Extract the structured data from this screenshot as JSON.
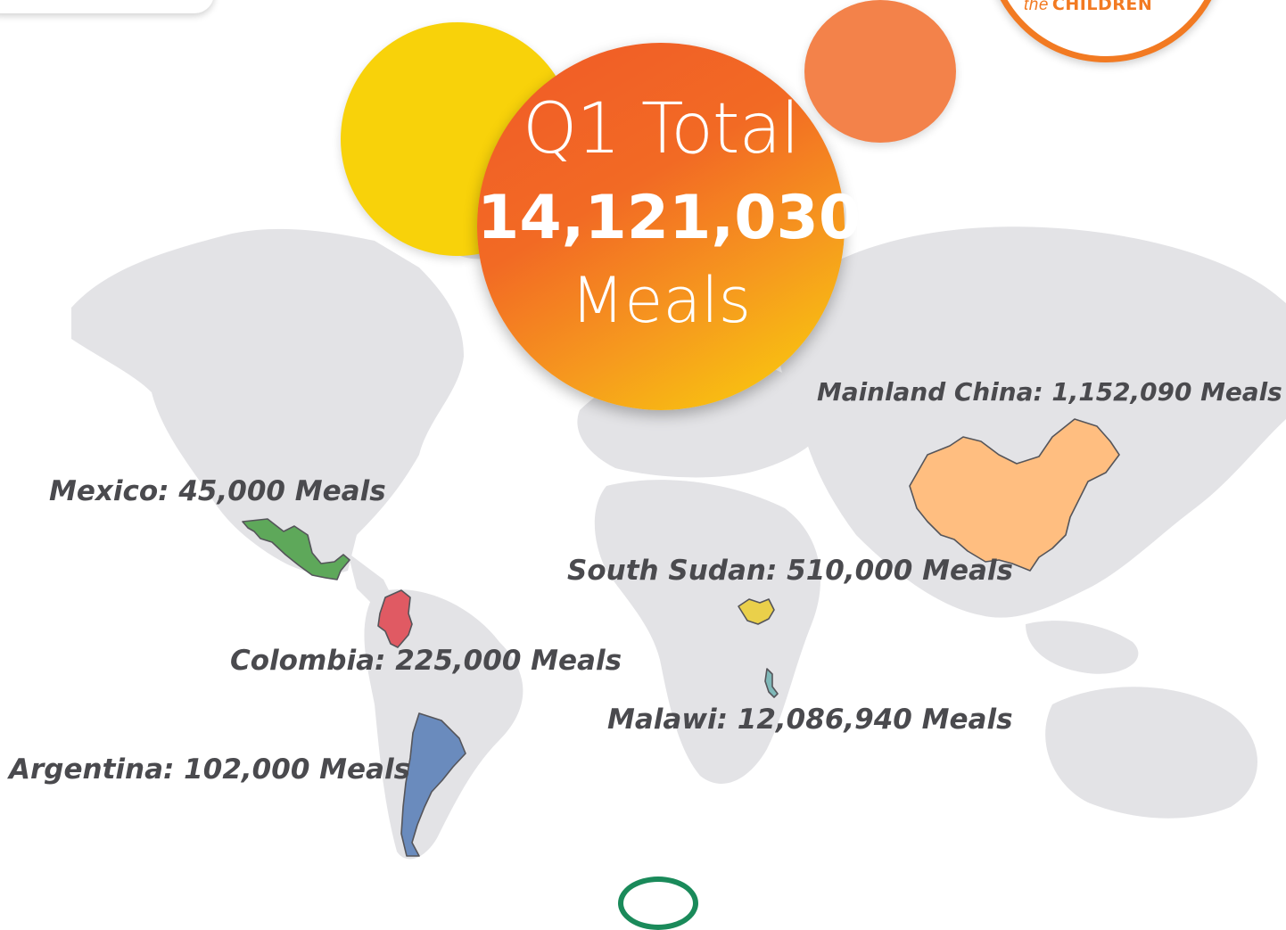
{
  "title": {
    "line1": "Q1 Total",
    "amount": "14,121,030",
    "line3": "Meals"
  },
  "logo": {
    "prefix": "the",
    "word": "CHILDREN"
  },
  "colors": {
    "land": "#e3e3e6",
    "mexico": "#5ea85a",
    "colombia": "#e05a63",
    "argentina": "#6a8bbd",
    "south_sudan": "#ead04a",
    "malawi": "#7fb8b8",
    "china": "#ffbe80",
    "text": "#4a4a4e",
    "accent_orange": "#f27a22"
  },
  "countries": [
    {
      "id": "mexico",
      "label": "Mexico: 45,000 Meals",
      "meals": 45000
    },
    {
      "id": "colombia",
      "label": "Colombia: 225,000 Meals",
      "meals": 225000
    },
    {
      "id": "argentina",
      "label": "Argentina: 102,000 Meals",
      "meals": 102000
    },
    {
      "id": "south_sudan",
      "label": "South Sudan: 510,000 Meals",
      "meals": 510000
    },
    {
      "id": "malawi",
      "label": "Malawi: 12,086,940 Meals",
      "meals": 12086940
    },
    {
      "id": "china",
      "label": "Mainland China: 1,152,090 Meals",
      "meals": 1152090
    }
  ]
}
